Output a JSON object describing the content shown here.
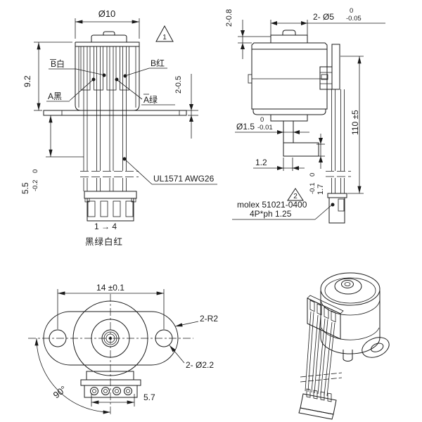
{
  "views": {
    "front": {
      "dia": "Ø10",
      "height": "9.2",
      "flange_thickness": "2-0.5",
      "lead_len": "5.5",
      "lead_len_tol_u": "0",
      "lead_len_tol_l": "-0.2",
      "note": "1",
      "b_white": "B白",
      "b_red": "B红",
      "a_black": "A黑",
      "a_green": "A绿",
      "wire_spec": "UL1571  AWG26",
      "pin_range": "1 → 4",
      "color_order": "黑绿白红"
    },
    "side": {
      "boss_h": "2-0.8",
      "boss_dia": "2- Ø5",
      "boss_dia_tol_u": "0",
      "boss_dia_tol_l": "-0.05",
      "shaft_dia": "Ø1.5",
      "shaft_dia_tol_u": "0",
      "shaft_dia_tol_l": "-0.01",
      "step_w": "1.2",
      "step_h": "1.7",
      "step_h_tol_u": "0",
      "step_h_tol_l": "-0.1",
      "wire_len": "110 ±5",
      "note": "2",
      "conn_line1": "molex 51021-0400",
      "conn_line2": "4P*ph 1.25"
    },
    "top": {
      "hole_spacing": "14 ±0.1",
      "ear_r": "2-R2",
      "hole_dia": "2- Ø2.2",
      "angle": "90°",
      "pin_span": "5.7"
    }
  },
  "colors": {
    "line": "#1a1a1a",
    "background": "#ffffff"
  }
}
